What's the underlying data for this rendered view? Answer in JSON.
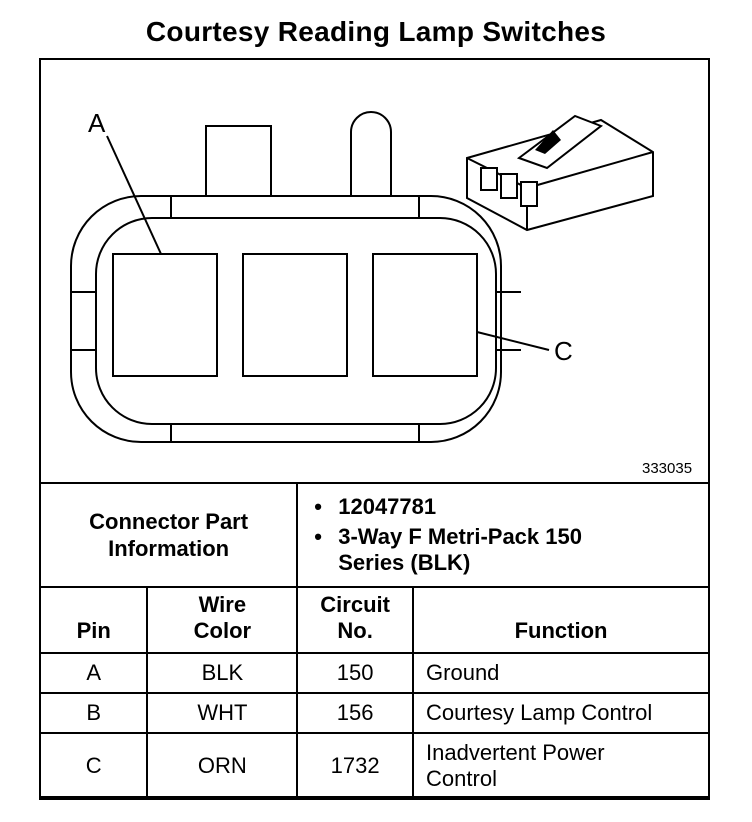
{
  "title": "Courtesy Reading Lamp Switches",
  "diagram": {
    "code": "333035",
    "labels": {
      "a": "A",
      "c": "C"
    }
  },
  "connector_info": {
    "label": "Connector Part Information",
    "items": [
      "12047781",
      "3-Way F Metri-Pack 150 Series (BLK)"
    ]
  },
  "table": {
    "headers": {
      "pin": "Pin",
      "wire_color": "Wire Color",
      "circuit_no": "Circuit No.",
      "function": "Function"
    },
    "rows": [
      {
        "pin": "A",
        "wire_color": "BLK",
        "circuit": "150",
        "function": "Ground"
      },
      {
        "pin": "B",
        "wire_color": "WHT",
        "circuit": "156",
        "function": "Courtesy Lamp Control"
      },
      {
        "pin": "C",
        "wire_color": "ORN",
        "circuit": "1732",
        "function": "Inadvertent Power Control"
      }
    ]
  }
}
